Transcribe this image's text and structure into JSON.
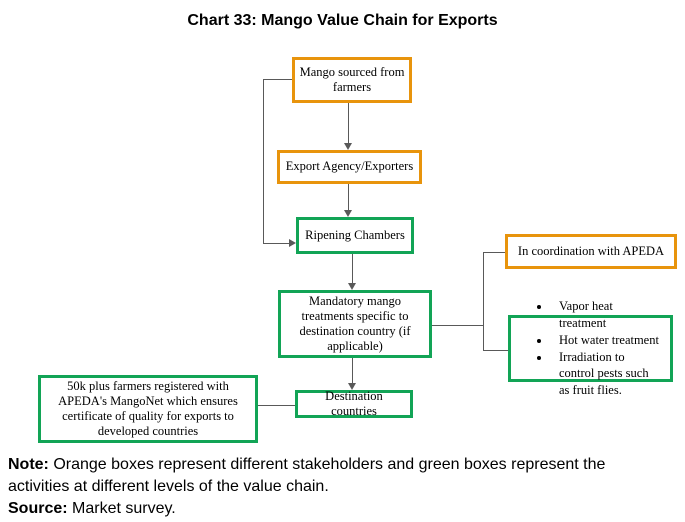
{
  "title": "Chart 33: Mango Value Chain for Exports",
  "legend_colors": {
    "stakeholder_orange": "#E8940C",
    "activity_green": "#12A456",
    "connector_gray": "#595959"
  },
  "boxes": {
    "sourced": {
      "label": "Mango sourced from farmers",
      "type": "stakeholder"
    },
    "export_agency": {
      "label": "Export Agency/Exporters",
      "type": "stakeholder"
    },
    "ripening": {
      "label": "Ripening Chambers",
      "type": "activity"
    },
    "treatments": {
      "label": "Mandatory mango treatments specific to destination country (if applicable)",
      "type": "activity"
    },
    "destination": {
      "label": "Destination countries",
      "type": "activity"
    },
    "farmers_registered": {
      "label": "50k plus farmers registered with APEDA's MangoNet which ensures certificate of quality for exports to developed countries",
      "type": "activity"
    },
    "apeda": {
      "label": "In coordination with APEDA",
      "type": "stakeholder"
    },
    "treatment_methods": {
      "type": "activity",
      "items": [
        "Vapor heat treatment",
        "Hot water treatment",
        "Irradiation to control pests such as fruit flies."
      ]
    }
  },
  "notes": {
    "note_label": "Note:",
    "note_text": " Orange boxes represent different stakeholders and green boxes represent the activities at different levels of the value chain.",
    "source_label": "Source:",
    "source_text": " Market survey."
  }
}
